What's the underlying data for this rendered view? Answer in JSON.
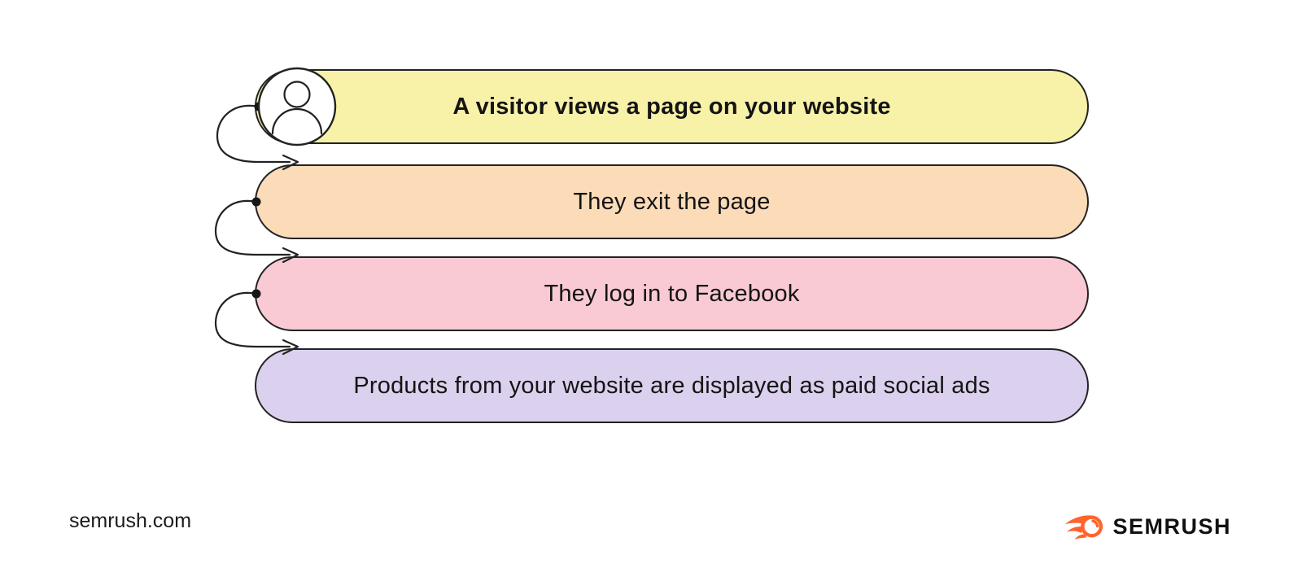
{
  "diagram": {
    "steps": [
      {
        "label": "A visitor views a page on your website",
        "fill": "#F8F1A8"
      },
      {
        "label": "They exit the page",
        "fill": "#FBDBB8"
      },
      {
        "label": "They log in to Facebook",
        "fill": "#F9CAD4"
      },
      {
        "label": "Products from your website are displayed as paid social ads",
        "fill": "#DBD1EE"
      }
    ],
    "outline_color": "#222222",
    "avatar_icon": "person-icon"
  },
  "footer": {
    "website": "semrush.com",
    "brand_wordmark": "SEMRUSH",
    "brand_color": "#FF642D"
  }
}
